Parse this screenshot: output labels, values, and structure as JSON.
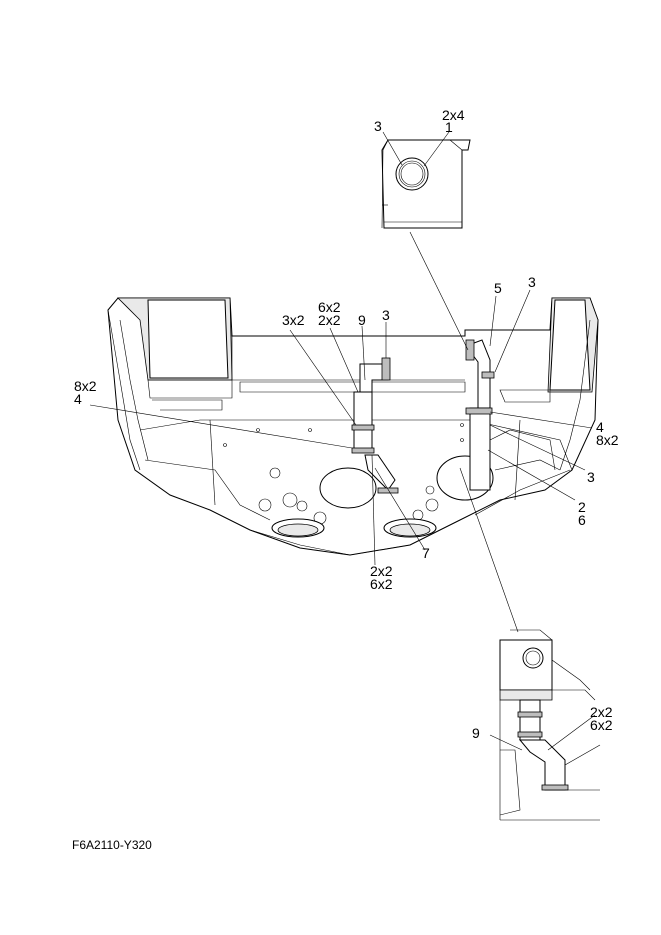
{
  "callouts": {
    "top_3": "3",
    "top_2x4": "2x4",
    "top_1": "1",
    "c_5": "5",
    "c_3_right": "3",
    "c_6x2": "6x2",
    "c_2x2_a": "2x2",
    "c_3x2": "3x2",
    "c_9": "9",
    "c_3_mid": "3",
    "c_8x2_left": "8x2",
    "c_4_left": "4",
    "c_4_right": "4",
    "c_8x2_right": "8x2",
    "c_3_lower": "3",
    "c_2": "2",
    "c_6": "6",
    "c_7": "7",
    "c_2x2_b": "2x2",
    "c_6x2_b": "6x2",
    "det_2x2": "2x2",
    "det_6x2": "6x2",
    "det_9": "9"
  },
  "drawing_code": "F6A2110-Y320"
}
